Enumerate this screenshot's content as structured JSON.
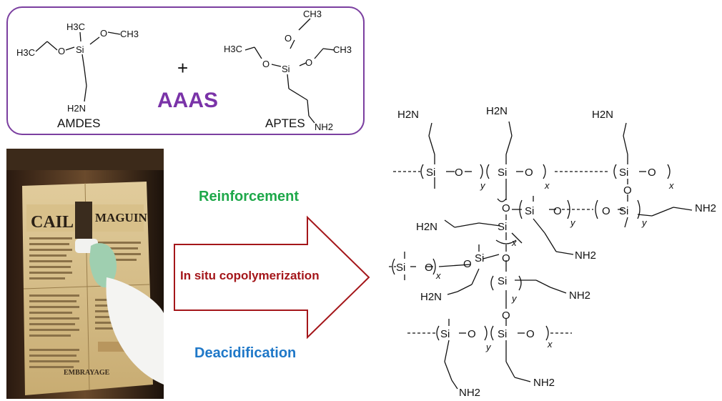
{
  "title": "AAAS",
  "plus": "+",
  "monomers": {
    "amdes": {
      "name": "AMDES",
      "methyl": "H3C",
      "methyl_end": "CH3",
      "methyl_left": "H3C",
      "amine": "H2N",
      "si": "Si",
      "o": "O"
    },
    "aptes": {
      "name": "APTES",
      "methyl_top": "CH3",
      "methyl_left": "H3C",
      "methyl_right": "CH3",
      "amine": "NH2",
      "si": "Si",
      "o": "O"
    }
  },
  "process": {
    "reinforcement": "Reinforcement",
    "copolymerization": "In situ copolymerization",
    "deacidification": "Deacidification"
  },
  "photo": {
    "newspaper_words": [
      "CAIL",
      "MAGUIN",
      "EMBRAYAGE"
    ]
  },
  "network": {
    "amine_h2n": "H2N",
    "amine_nh2": "NH2",
    "si": "Si",
    "o": "O",
    "x": "x",
    "y": "y"
  },
  "colors": {
    "box_border": "#7b3fa0",
    "aaas": "#7a33a8",
    "reinforcement": "#1ea84a",
    "deacidification": "#1f78c8",
    "arrow": "#a4161a",
    "copolymerization": "#a4161a"
  }
}
